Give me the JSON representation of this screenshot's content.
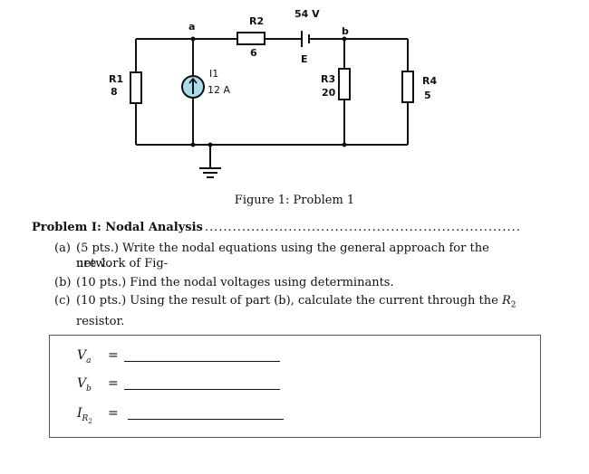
{
  "circuit": {
    "node_a": "a",
    "node_b": "b",
    "r1": {
      "name": "R1",
      "value": "8"
    },
    "r2": {
      "name": "R2",
      "value": "6"
    },
    "r3": {
      "name": "R3",
      "value": "20"
    },
    "r4": {
      "name": "R4",
      "value": "5"
    },
    "source_e": {
      "name": "E",
      "value": "54 V"
    },
    "source_i": {
      "name": "I1",
      "value": "12 A"
    }
  },
  "caption": "Figure 1: Problem 1",
  "problem": {
    "title": "Problem I: Nodal Analysis",
    "parts": [
      {
        "label": "(a)",
        "text_line1": "(5 pts.) Write the nodal equations using the general approach for the network of Fig-",
        "text_line2": "ure 1."
      },
      {
        "label": "(b)",
        "text_line1": "(10 pts.) Find the nodal voltages using determinants."
      },
      {
        "label": "(c)",
        "text_line1": "(10 pts.) Using the result of part (b), calculate the current through the",
        "text_sym": "R",
        "text_sub": "2",
        "text_tail": " resistor."
      }
    ]
  },
  "answers": [
    {
      "var": "V",
      "sub": "a",
      "eq": "="
    },
    {
      "var": "V",
      "sub": "b",
      "eq": "="
    },
    {
      "var": "I",
      "sub": "R",
      "subsub": "2",
      "eq": "="
    }
  ]
}
